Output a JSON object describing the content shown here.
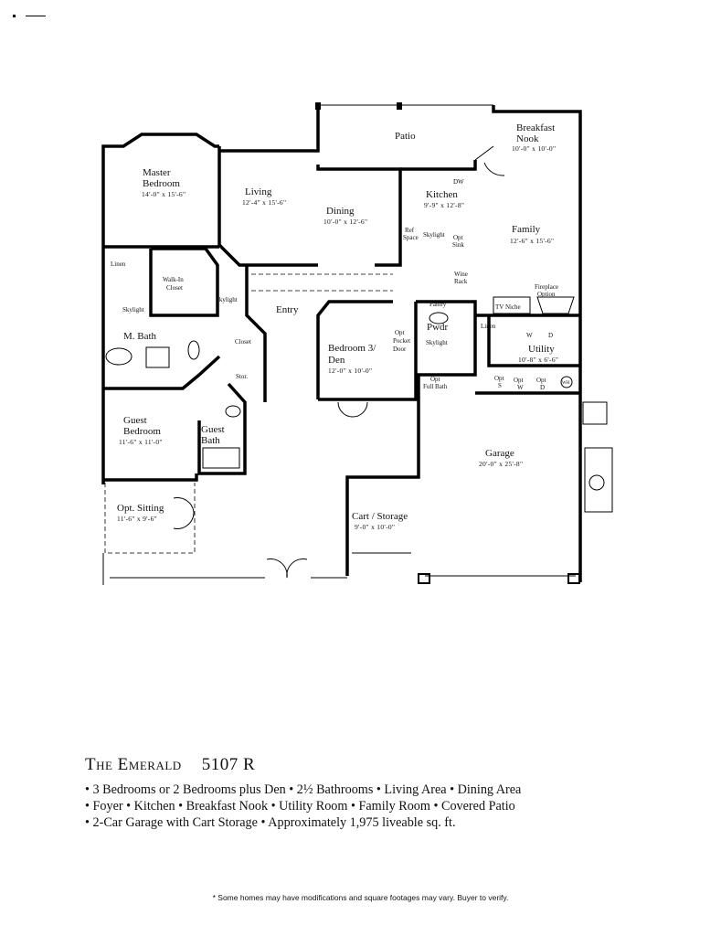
{
  "plan": {
    "patio": "Patio",
    "breakfast_nook": {
      "name1": "Breakfast",
      "name2": "Nook",
      "dims": "10'-0\" x 10'-0\""
    },
    "master_bedroom": {
      "name1": "Master",
      "name2": "Bedroom",
      "dims": "14'-0\" x 15'-6\""
    },
    "living": {
      "name": "Living",
      "dims": "12'-4\" x 15'-6\""
    },
    "dining": {
      "name": "Dining",
      "dims": "10'-0\" x 12'-6\""
    },
    "kitchen": {
      "name": "Kitchen",
      "dims": "9'-9\" x 12'-8\"",
      "dw": "DW",
      "ref1": "Ref",
      "ref2": "Space",
      "skylight": "Skylight",
      "sink1": "Opt",
      "sink2": "Sink",
      "wine1": "Wine",
      "wine2": "Rack"
    },
    "family": {
      "name": "Family",
      "dims": "12'-6\" x 15'-6\"",
      "fire1": "Fireplace",
      "fire2": "Option",
      "tv": "TV Niche"
    },
    "master_bath": {
      "name": "M. Bath",
      "linen": "Linen",
      "skylight": "Skylight",
      "closet1": "Walk-In",
      "closet2": "Closet"
    },
    "entry": {
      "name": "Entry",
      "skylight": "Skylight",
      "closet": "Closet",
      "stor": "Stor."
    },
    "bedroom3": {
      "name1": "Bedroom 3/",
      "name2": "Den",
      "dims": "12'-0\" x 10'-0\"",
      "door1": "Opt",
      "door2": "Pocket",
      "door3": "Door"
    },
    "powder": {
      "name": "Pwdr",
      "pantry": "Pantry",
      "skylight": "Skylight"
    },
    "utility": {
      "name": "Utility",
      "dims": "10'-8\" x 6'-6\"",
      "linen": "Linen",
      "w": "W",
      "d": "D"
    },
    "garage_opts": {
      "fullbath1": "Opt",
      "fullbath2": "Full Bath",
      "s1": "Opt",
      "s2": "S",
      "w1": "Opt",
      "w2": "W",
      "d1": "Opt",
      "d2": "D",
      "wh": "WH"
    },
    "guest_bedroom": {
      "name1": "Guest",
      "name2": "Bedroom",
      "dims": "11'-6\" x 11'-0\""
    },
    "guest_bath": {
      "name1": "Guest",
      "name2": "Bath"
    },
    "sitting": {
      "name": "Opt. Sitting",
      "dims": "11'-6\" x 9'-6\""
    },
    "garage": {
      "name": "Garage",
      "dims": "20'-0\" x 25'-8\""
    },
    "cart": {
      "name": "Cart / Storage",
      "dims": "9'-0\" x 10'-0\""
    }
  },
  "title": {
    "name": "The Emerald",
    "model": "5107 R"
  },
  "features": [
    "• 3 Bedrooms or 2 Bedrooms plus Den • 2½ Bathrooms • Living Area • Dining Area",
    "• Foyer • Kitchen • Breakfast Nook • Utility Room • Family Room • Covered Patio",
    "• 2-Car Garage with Cart Storage • Approximately 1,975 liveable sq. ft."
  ],
  "footnote": "* Some homes may have modifications and square footages may vary. Buyer to verify."
}
